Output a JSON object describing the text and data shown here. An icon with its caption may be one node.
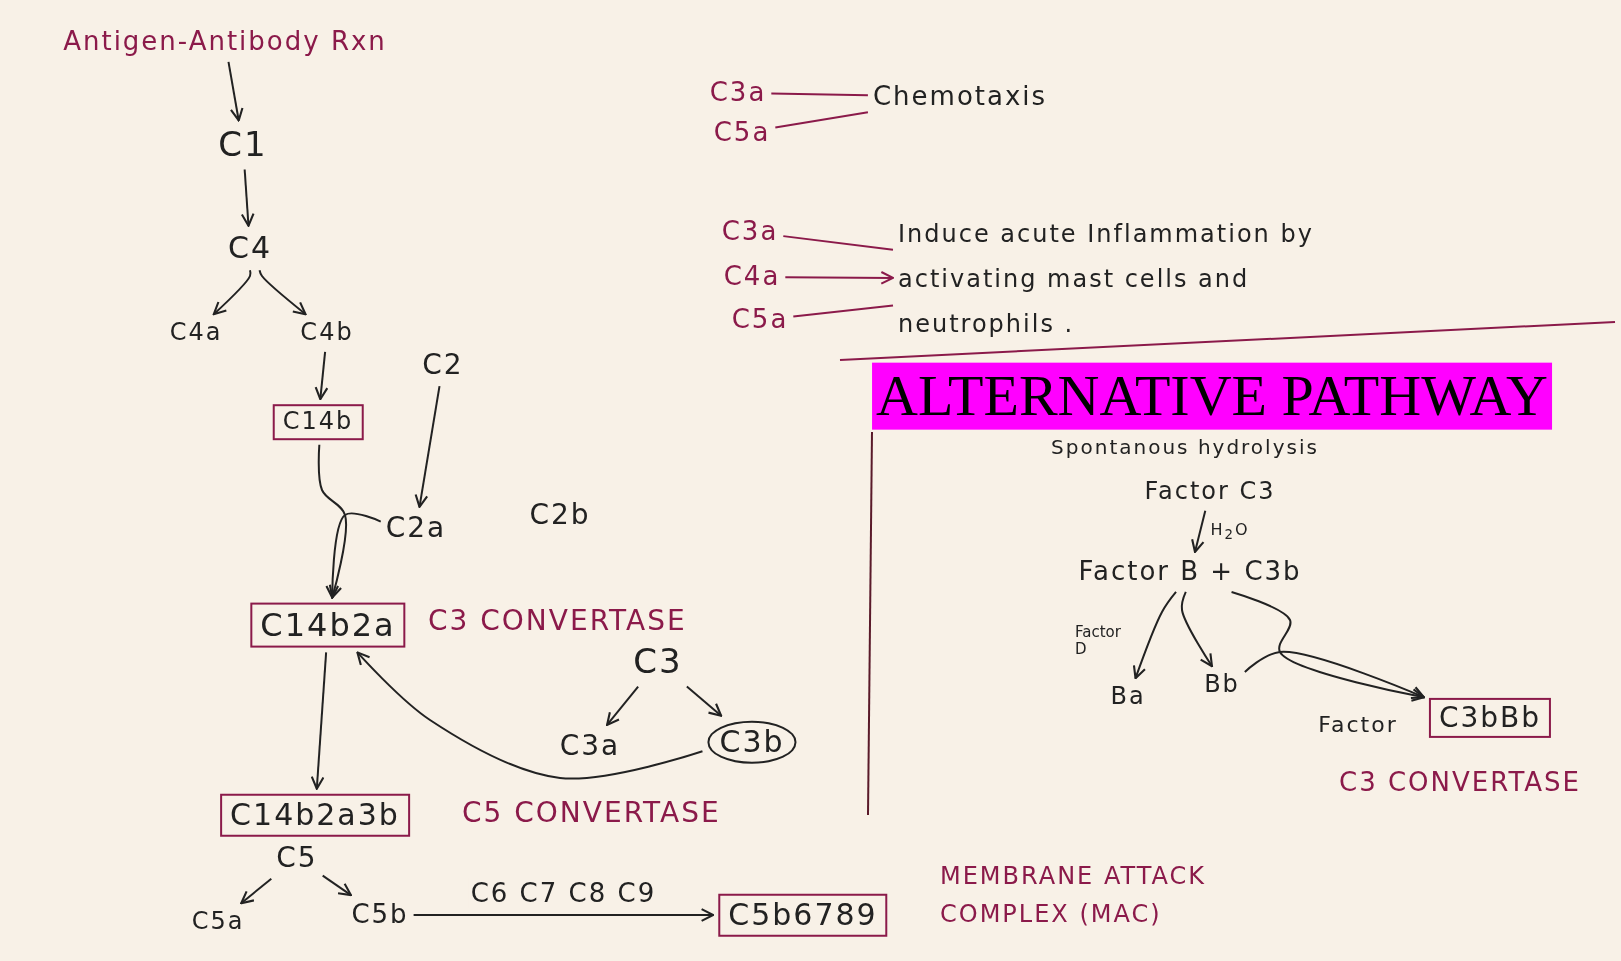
{
  "diagram": {
    "nodes": [
      {
        "text": [
          "Antigen-Antibody Rxn"
        ]
      },
      {
        "text": [
          "C1"
        ]
      },
      {
        "text": [
          "C4"
        ]
      },
      {
        "text": [
          "C4a"
        ]
      },
      {
        "text": [
          "C4b"
        ]
      },
      {
        "text": [
          "C14b"
        ]
      },
      {
        "text": [
          "C2"
        ]
      },
      {
        "text": [
          "C2a"
        ]
      },
      {
        "text": [
          "C2b"
        ]
      },
      {
        "text": [
          "C14b2a"
        ],
        "beside": [
          "C3 CONVERTASE"
        ]
      },
      {
        "text": [
          "C3"
        ]
      },
      {
        "text": [
          "C3a"
        ]
      },
      {
        "text": [
          "C3b"
        ]
      },
      {
        "text": [
          "C14b2a3b"
        ],
        "beside": [
          "C5 CONVERTASE"
        ]
      },
      {
        "text": [
          "C5"
        ]
      },
      {
        "text": [
          "C5a"
        ]
      },
      {
        "text": [
          "C5b"
        ]
      },
      {
        "text": [
          "C5b6789"
        ],
        "beside": [
          "MEMBRANE ATTACK COMPLEX (MAC)"
        ]
      },
      {
        "text": [
          "C3a"
        ]
      },
      {
        "text": [
          "C5a"
        ]
      },
      {
        "text": [
          "Chemotaxis"
        ]
      },
      {
        "text": [
          "C3a"
        ]
      },
      {
        "text": [
          "C4a"
        ]
      },
      {
        "text": [
          "C5a"
        ]
      },
      {
        "text": [
          "Induce acute Inflammation by activating mast cells and neutrophils ."
        ]
      },
      {
        "text": [
          "Factor C3"
        ]
      },
      {
        "text": [
          "Factor B + C3b"
        ]
      },
      {
        "text": [
          "Ba"
        ]
      },
      {
        "text": [
          "Bb"
        ]
      },
      {
        "text": [
          "C3bBb"
        ],
        "beside": [
          "Factor",
          "C3 CONVERTASE"
        ]
      }
    ],
    "edges": [
      {
        "from": 0,
        "to": 1,
        "arrow": "to"
      },
      {
        "from": 1,
        "to": 2,
        "arrow": "to"
      },
      {
        "from": 2,
        "to": 3,
        "arrow": "to"
      },
      {
        "from": 2,
        "to": 4,
        "arrow": "to"
      },
      {
        "from": 4,
        "to": 5,
        "arrow": "to"
      },
      {
        "from": 6,
        "to": 7,
        "arrow": "to"
      },
      {
        "from": 5,
        "to": 9,
        "arrow": "to"
      },
      {
        "from": 7,
        "to": 9,
        "arrow": "to"
      },
      {
        "from": 10,
        "to": 11,
        "arrow": "to"
      },
      {
        "from": 10,
        "to": 12,
        "arrow": "to"
      },
      {
        "from": 12,
        "to": 9,
        "arrow": "to"
      },
      {
        "from": 9,
        "to": 13,
        "arrow": "to"
      },
      {
        "from": 14,
        "to": 15,
        "arrow": "to"
      },
      {
        "from": 14,
        "to": 16,
        "arrow": "to"
      },
      {
        "from": 16,
        "to": 17,
        "arrow": "to",
        "label": "C6 C7 C8 C9"
      },
      {
        "from": 18,
        "to": 20,
        "arrow": "none",
        "color": "#8b1a4a"
      },
      {
        "from": 19,
        "to": 20,
        "arrow": "none",
        "color": "#8b1a4a"
      },
      {
        "from": 21,
        "to": 24,
        "arrow": "none",
        "color": "#8b1a4a"
      },
      {
        "from": 22,
        "to": 24,
        "arrow": "to",
        "color": "#8b1a4a"
      },
      {
        "from": 23,
        "to": 24,
        "arrow": "none",
        "color": "#8b1a4a"
      },
      {
        "from": 25,
        "to": 26,
        "arrow": "to",
        "label": "H$_{2}$O"
      },
      {
        "from": 26,
        "to": 27,
        "arrow": "to"
      },
      {
        "from": 26,
        "to": 28,
        "arrow": "to"
      },
      {
        "from": 28,
        "to": 29,
        "arrow": "to"
      },
      {
        "from": 26,
        "to": 29,
        "arrow": "to"
      }
    ],
    "labels": [
      "ALTERNATIVE PATHWAY",
      "Spontanous hydrolysis",
      "Factor D"
    ]
  }
}
